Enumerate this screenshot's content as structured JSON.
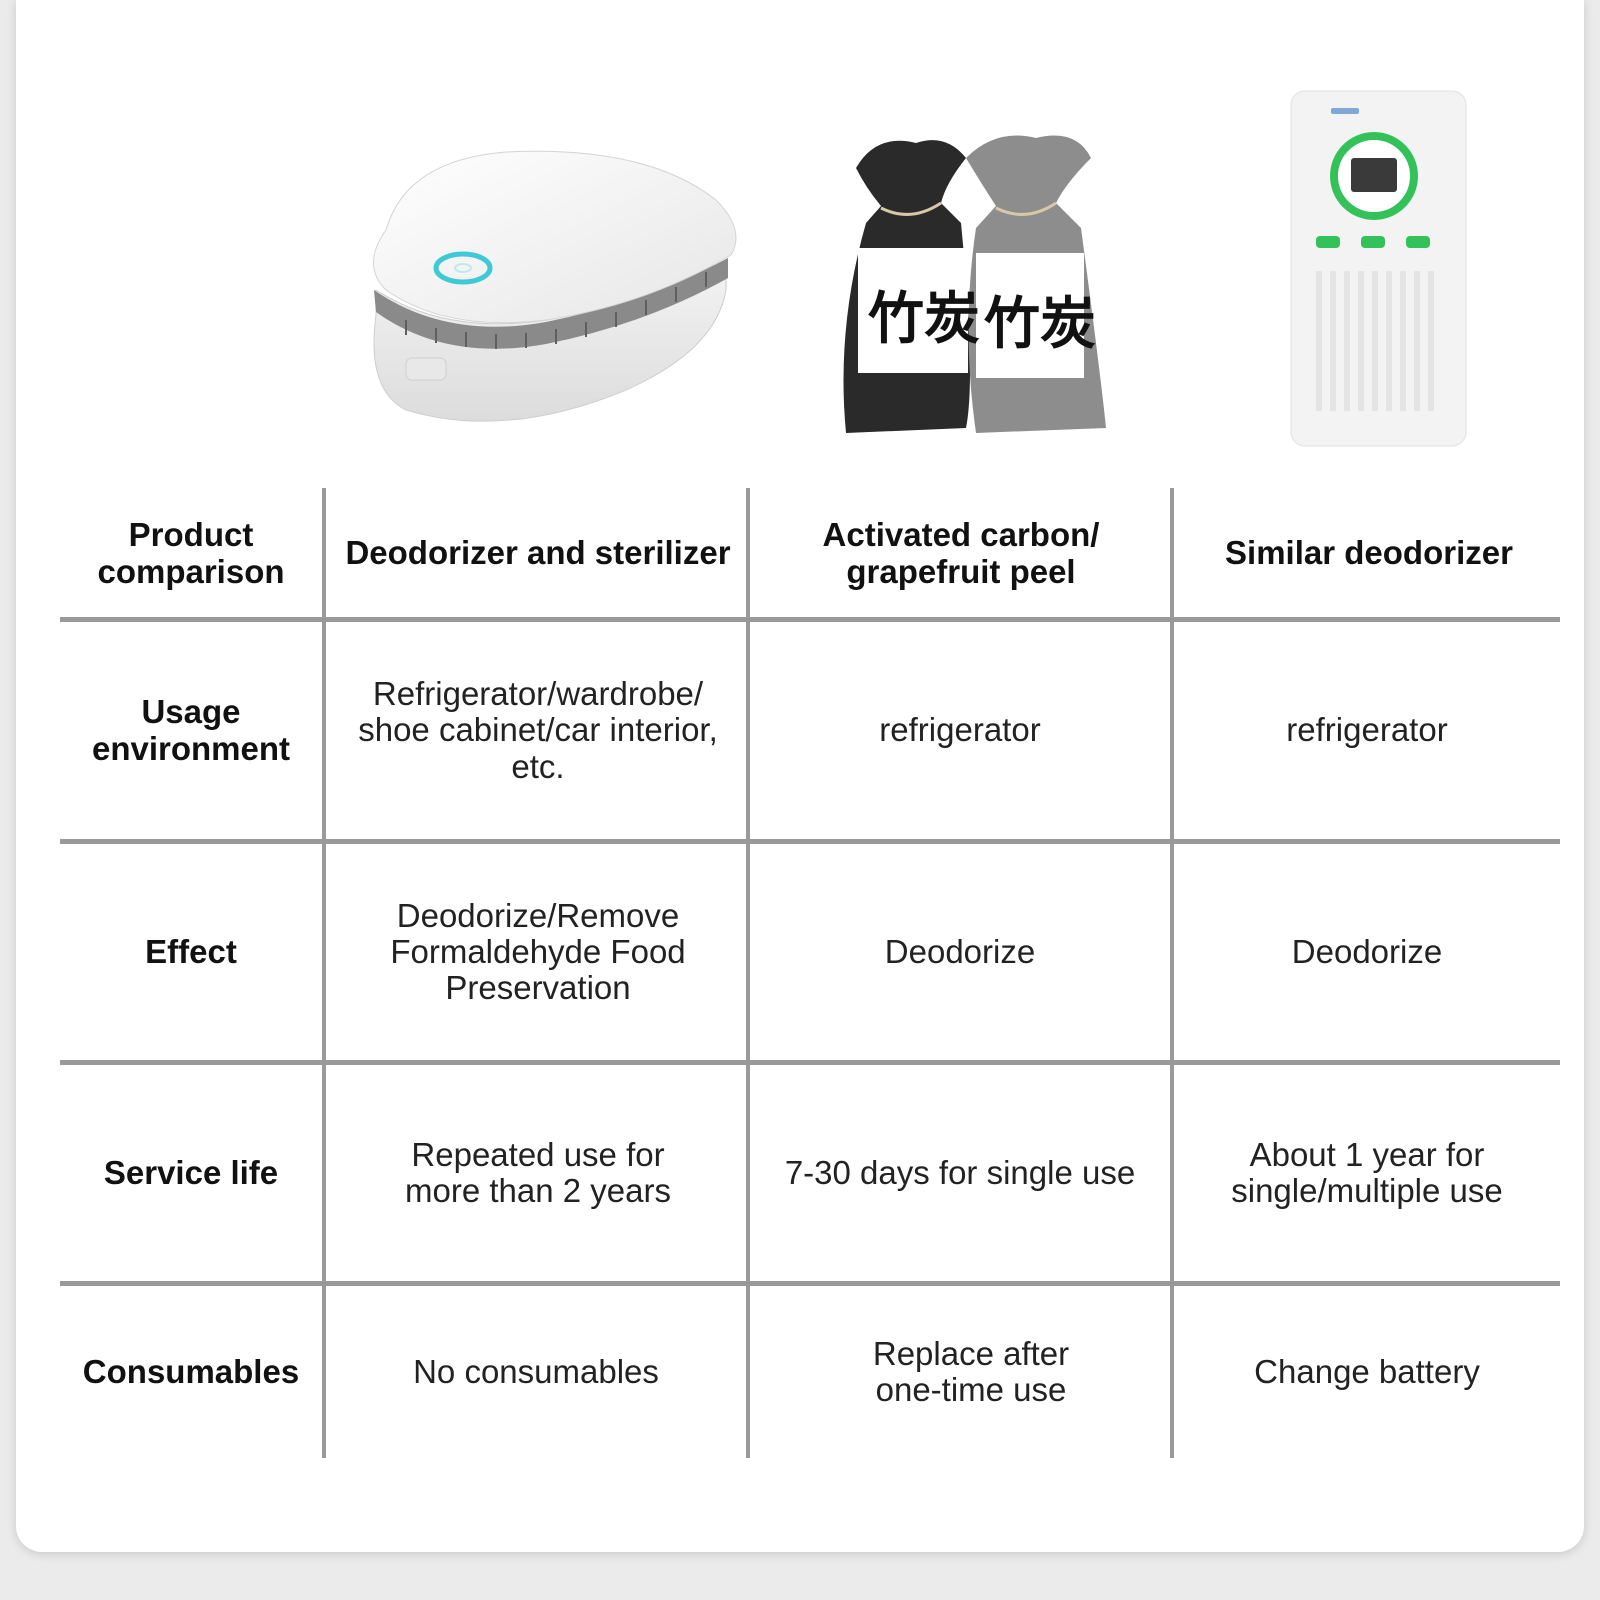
{
  "table": {
    "header": {
      "label": "Product comparison",
      "columns": [
        "Deodorizer and sterilizer",
        "Activated carbon/ grapefruit peel",
        "Similar deodorizer"
      ]
    },
    "rows": [
      {
        "label": "Usage environment",
        "cells": [
          "Refrigerator/wardrobe/ shoe cabinet/car interior, etc.",
          "refrigerator",
          "refrigerator"
        ]
      },
      {
        "label": "Effect",
        "cells": [
          "Deodorize/Remove Formaldehyde Food Preservation",
          "Deodorize",
          "Deodorize"
        ]
      },
      {
        "label": "Service life",
        "cells": [
          "Repeated use for more than 2 years",
          "7-30 days for single use",
          "About 1 year for single/multiple use"
        ]
      },
      {
        "label": "Consumables",
        "cells": [
          "No consumables",
          "Replace after one-time use",
          "Change battery"
        ]
      }
    ]
  },
  "product_images": {
    "bag_text": [
      "竹炭",
      "竹炭"
    ],
    "colors": {
      "indicator_ring": "#3ec9d6",
      "display_ring": "#33c25a",
      "grid_line": "#999999"
    }
  }
}
